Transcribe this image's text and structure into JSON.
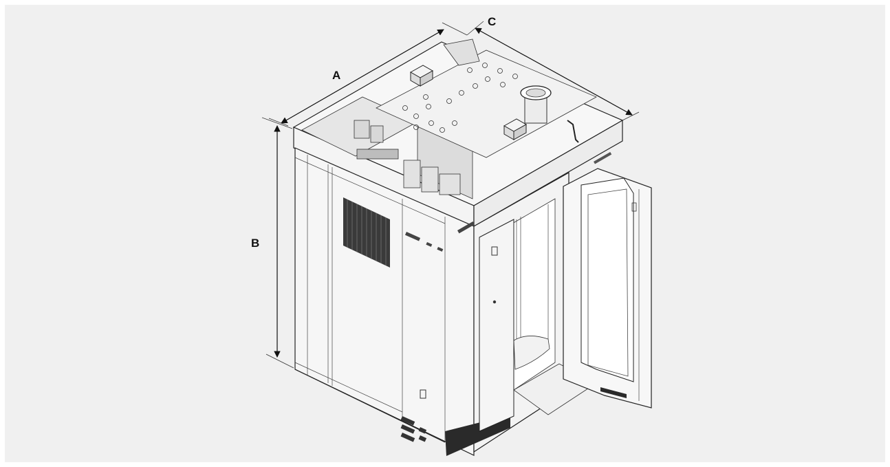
{
  "dimensions": {
    "width_label": "A",
    "height_label": "B",
    "depth_label": "C"
  }
}
